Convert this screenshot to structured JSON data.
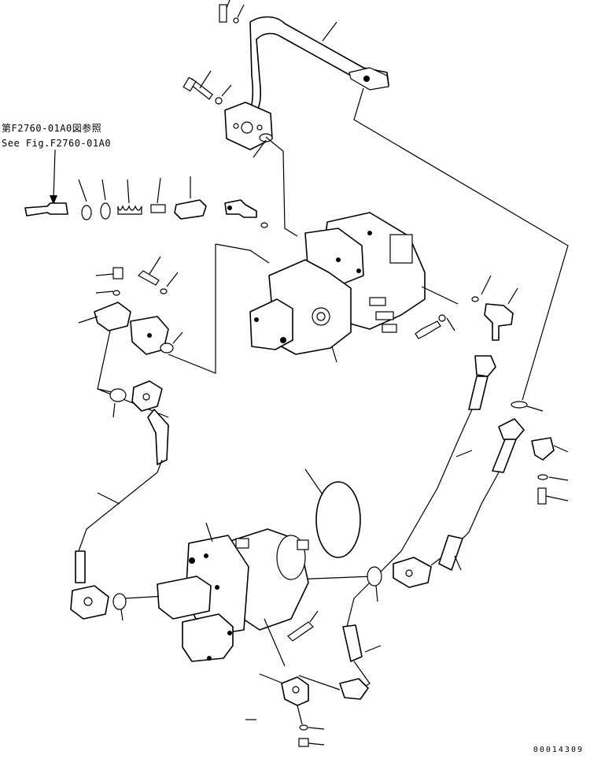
{
  "reference_note": {
    "jp": "第F2760-01A0図参照",
    "en": "See Fig.F2760-01A0"
  },
  "drawing_number": "00014309",
  "colors": {
    "line": "#000000",
    "background": "#ffffff"
  }
}
